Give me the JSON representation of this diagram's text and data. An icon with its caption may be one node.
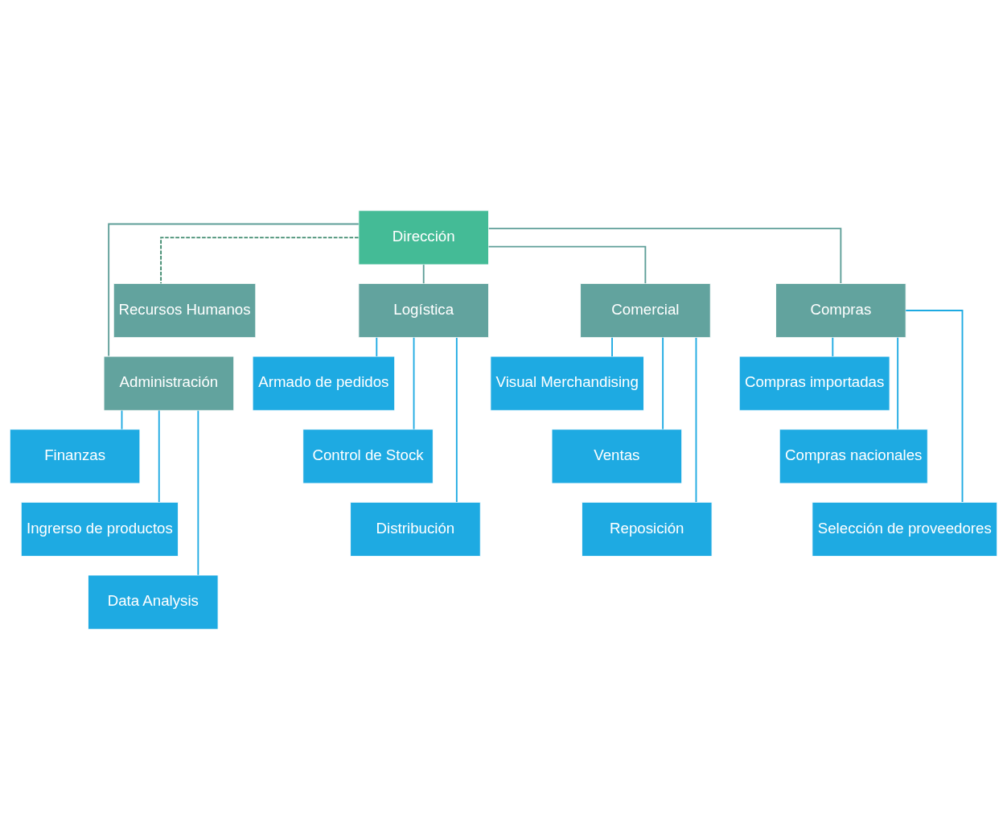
{
  "diagram": {
    "nodes": [
      {
        "text": [
          "Dirección"
        ]
      },
      {
        "text": [
          "Recursos Humanos"
        ]
      },
      {
        "text": [
          "Administración"
        ]
      },
      {
        "text": [
          "Logística"
        ]
      },
      {
        "text": [
          "Comercial"
        ]
      },
      {
        "text": [
          "Compras"
        ]
      },
      {
        "text": [
          "Finanzas"
        ]
      },
      {
        "text": [
          "Ingrerso de productos"
        ]
      },
      {
        "text": [
          "Data Analysis"
        ]
      },
      {
        "text": [
          "Armado de pedidos"
        ]
      },
      {
        "text": [
          "Control de Stock"
        ]
      },
      {
        "text": [
          "Distribución"
        ]
      },
      {
        "text": [
          "Visual Merchandising"
        ]
      },
      {
        "text": [
          "Ventas"
        ]
      },
      {
        "text": [
          "Reposición"
        ]
      },
      {
        "text": [
          "Compras importadas"
        ]
      },
      {
        "text": [
          "Compras nacionales"
        ]
      },
      {
        "text": [
          "Selección de proveedores"
        ]
      }
    ],
    "edges": [
      {
        "from": 0,
        "to": 1,
        "arrow": "none",
        "style": "dashed",
        "color": "#3e8a6e"
      },
      {
        "from": 0,
        "to": 2,
        "arrow": "none",
        "color": "#5e9e98"
      },
      {
        "from": 0,
        "to": 3,
        "arrow": "none",
        "color": "#5e9e98"
      },
      {
        "from": 0,
        "to": 4,
        "arrow": "none",
        "color": "#5e9e98"
      },
      {
        "from": 0,
        "to": 5,
        "arrow": "none",
        "color": "#5e9e98"
      },
      {
        "from": 2,
        "to": 6,
        "arrow": "none"
      },
      {
        "from": 2,
        "to": 7,
        "arrow": "none"
      },
      {
        "from": 2,
        "to": 8,
        "arrow": "none"
      },
      {
        "from": 3,
        "to": 9,
        "arrow": "none"
      },
      {
        "from": 3,
        "to": 10,
        "arrow": "none"
      },
      {
        "from": 3,
        "to": 11,
        "arrow": "none"
      },
      {
        "from": 4,
        "to": 12,
        "arrow": "none"
      },
      {
        "from": 4,
        "to": 13,
        "arrow": "none"
      },
      {
        "from": 4,
        "to": 14,
        "arrow": "none"
      },
      {
        "from": 5,
        "to": 15,
        "arrow": "none"
      },
      {
        "from": 5,
        "to": 16,
        "arrow": "none"
      },
      {
        "from": 5,
        "to": 17,
        "arrow": "none"
      }
    ]
  }
}
